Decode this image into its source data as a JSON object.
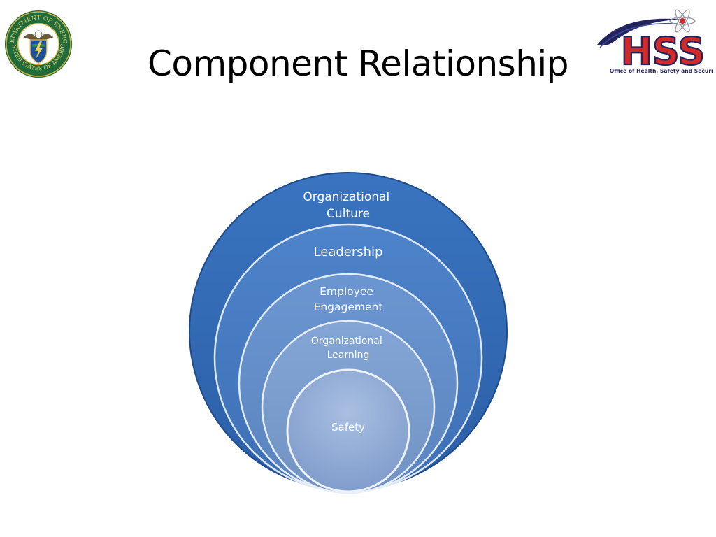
{
  "slide": {
    "title": "Component Relationship"
  },
  "logos": {
    "doe_seal": {
      "icon": "department-of-energy-seal",
      "ring_text": "DEPARTMENT OF ENERGY · UNITED STATES OF AMERICA"
    },
    "hss": {
      "icon": "hss-atom-logo",
      "wordmark": "HSS",
      "tagline": "Office of Health, Safety and Security"
    }
  },
  "diagram": {
    "circles": [
      {
        "lines": [
          "Organizational",
          "Culture"
        ]
      },
      {
        "lines": [
          "Leadership"
        ]
      },
      {
        "lines": [
          "Employee",
          "Engagement"
        ]
      },
      {
        "lines": [
          "Organizational",
          "Learning"
        ]
      },
      {
        "lines": [
          "Safety"
        ]
      }
    ]
  },
  "colors": {
    "outer_blue": "#2f67b1",
    "mid_blue": "#4f82c8",
    "inner_blue": "#97b1d8",
    "seal_green": "#1f6b3a",
    "seal_gold": "#d8b443",
    "hss_red": "#d12a2a",
    "hss_navy": "#23245e"
  }
}
